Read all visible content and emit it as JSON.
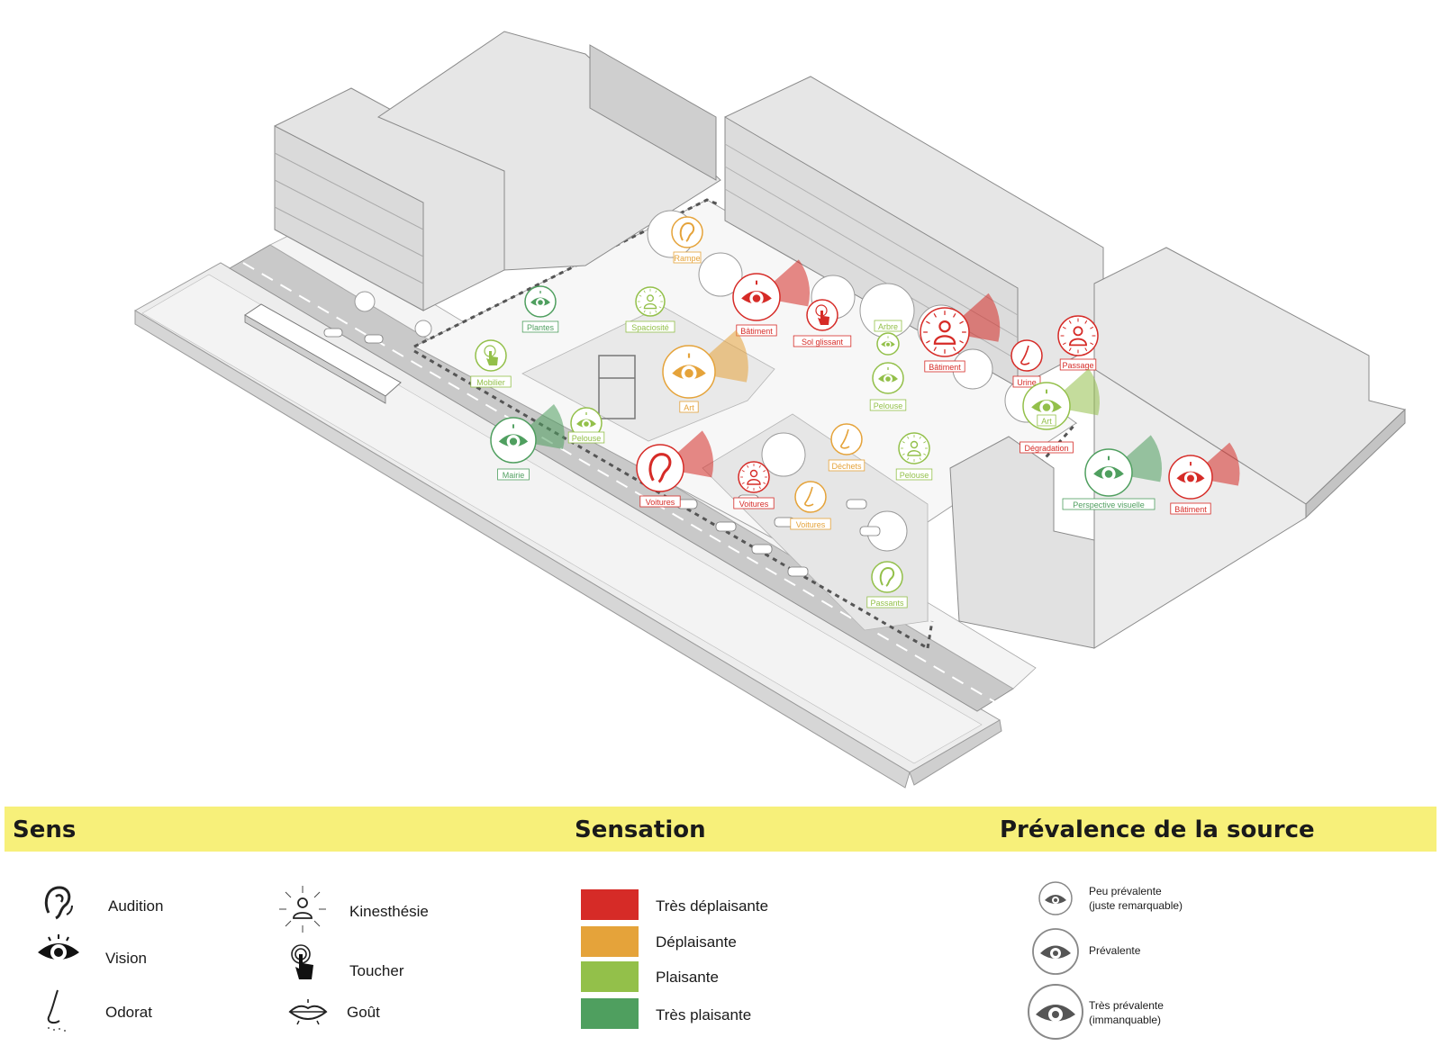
{
  "markers": [
    {
      "sense": "audition",
      "label": "Rampe",
      "sensation": "deplaisante"
    },
    {
      "sense": "vision",
      "label": "Plantes",
      "sensation": "tres_plaisante"
    },
    {
      "sense": "kinesthesie",
      "label": "Spaciosité",
      "sensation": "plaisante"
    },
    {
      "sense": "vision",
      "label": "Bâtiment",
      "sensation": "tres_deplaisante"
    },
    {
      "sense": "toucher",
      "label": "Sol glissant",
      "sensation": "tres_deplaisante"
    },
    {
      "sense": "kinesthesie",
      "label": "Bâtiment",
      "sensation": "tres_deplaisante"
    },
    {
      "sense": "kinesthesie",
      "label": "Passage",
      "sensation": "tres_deplaisante"
    },
    {
      "sense": "odorat",
      "label": "Urine",
      "sensation": "tres_deplaisante"
    },
    {
      "sense": "toucher",
      "label": "Mobilier",
      "sensation": "plaisante"
    },
    {
      "sense": "vision",
      "label": "Art",
      "sensation": "deplaisante"
    },
    {
      "sense": "vision",
      "label": "Arbre",
      "sensation": "plaisante"
    },
    {
      "sense": "vision",
      "label": "Pelouse",
      "sensation": "plaisante"
    },
    {
      "sense": "vision",
      "label": "Art",
      "sensation": "plaisante"
    },
    {
      "sense": "vision",
      "label": "Dégradation",
      "sensation": "tres_deplaisante"
    },
    {
      "sense": "vision",
      "label": "Pelouse",
      "sensation": "plaisante"
    },
    {
      "sense": "vision",
      "label": "Mairie",
      "sensation": "tres_plaisante"
    },
    {
      "sense": "odorat",
      "label": "Déchets",
      "sensation": "deplaisante"
    },
    {
      "sense": "kinesthesie",
      "label": "Pelouse",
      "sensation": "plaisante"
    },
    {
      "sense": "audition",
      "label": "Voitures",
      "sensation": "tres_deplaisante"
    },
    {
      "sense": "kinesthesie",
      "label": "Voitures",
      "sensation": "tres_deplaisante"
    },
    {
      "sense": "odorat",
      "label": "Voitures",
      "sensation": "deplaisante"
    },
    {
      "sense": "vision",
      "label": "Perspective visuelle",
      "sensation": "tres_plaisante"
    },
    {
      "sense": "vision",
      "label": "Bâtiment",
      "sensation": "tres_deplaisante"
    },
    {
      "sense": "audition",
      "label": "Passants",
      "sensation": "plaisante"
    }
  ],
  "colors": {
    "tres_deplaisante": "#d62b27",
    "deplaisante": "#e5a33a",
    "plaisante": "#93c04a",
    "tres_plaisante": "#4f9f5f",
    "legend_band": "#f7f07a",
    "building": "#e3e3e3",
    "road": "#c9c9c9"
  },
  "legend": {
    "sens": {
      "title": "Sens",
      "items": [
        {
          "label": "Audition",
          "icon": "ear-icon"
        },
        {
          "label": "Vision",
          "icon": "eye-icon"
        },
        {
          "label": "Odorat",
          "icon": "nose-icon"
        },
        {
          "label": "Kinesthésie",
          "icon": "person-radiating-icon"
        },
        {
          "label": "Toucher",
          "icon": "finger-touch-icon"
        },
        {
          "label": "Goût",
          "icon": "mouth-icon"
        }
      ]
    },
    "sensation": {
      "title": "Sensation",
      "items": [
        {
          "label": "Très déplaisante",
          "color": "#d62b27"
        },
        {
          "label": "Déplaisante",
          "color": "#e5a33a"
        },
        {
          "label": "Plaisante",
          "color": "#93c04a"
        },
        {
          "label": "Très plaisante",
          "color": "#4f9f5f"
        }
      ]
    },
    "prevalence": {
      "title": "Prévalence de la source",
      "items": [
        {
          "line1": "Peu prévalente",
          "line2": "(juste remarquable)"
        },
        {
          "line1": "Prévalente",
          "line2": ""
        },
        {
          "line1": "Très prévalente",
          "line2": "(immanquable)"
        }
      ]
    }
  }
}
